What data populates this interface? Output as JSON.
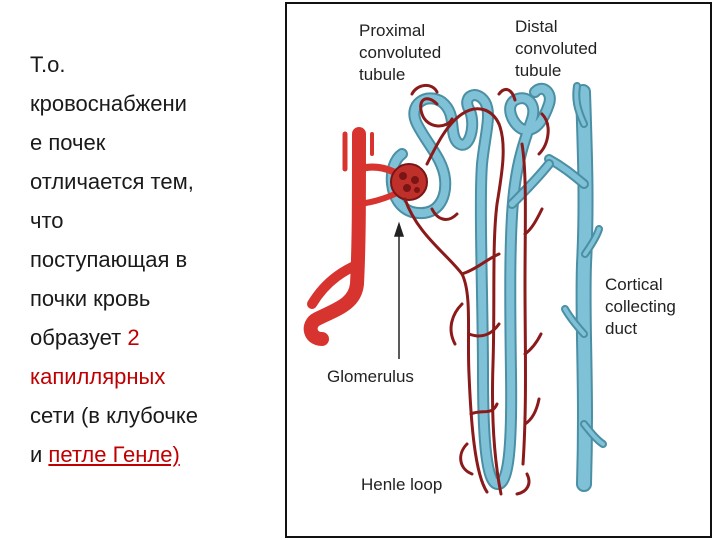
{
  "slide_text": {
    "line1": "Т.о.",
    "line2": "кровоснабжени",
    "line3": "е почек",
    "line4": "отличается тем,",
    "line5": "что",
    "line6": "поступающая в",
    "line7": "почки кровь",
    "line8_pre": "образует ",
    "line8_num": "2",
    "line9": "капиллярных",
    "line10": "сети (в клубочке",
    "line11_pre": "и ",
    "line11_link": "петле Генле)"
  },
  "diagram_labels": {
    "proximal": [
      "Proximal",
      "convoluted",
      "tubule"
    ],
    "distal": [
      "Distal",
      "convoluted",
      "tubule"
    ],
    "cortical": [
      "Cortical",
      "collecting",
      "duct"
    ],
    "glomerulus": "Glomerulus",
    "henle": "Henle loop"
  },
  "colors": {
    "accent_red": "#c00000",
    "vessel_red": "#d8342f",
    "capillary": "#8b1a1a",
    "tubule_blue": "#7fc1d6",
    "tubule_blue_edge": "#4b8fa5"
  }
}
